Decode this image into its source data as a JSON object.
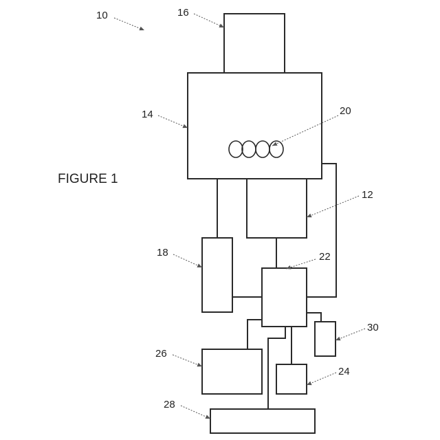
{
  "figure": {
    "title": "FIGURE 1",
    "overall_ref": "10"
  },
  "components": {
    "c16": {
      "ref": "16"
    },
    "c14": {
      "ref": "14"
    },
    "c20": {
      "ref": "20"
    },
    "c12": {
      "ref": "12"
    },
    "c18": {
      "ref": "18"
    },
    "c22": {
      "ref": "22"
    },
    "c30": {
      "ref": "30"
    },
    "c26": {
      "ref": "26"
    },
    "c24": {
      "ref": "24"
    },
    "c28": {
      "ref": "28"
    }
  },
  "colors": {
    "line": "#2a2a2a",
    "leader": "#555555",
    "background": "#ffffff"
  }
}
